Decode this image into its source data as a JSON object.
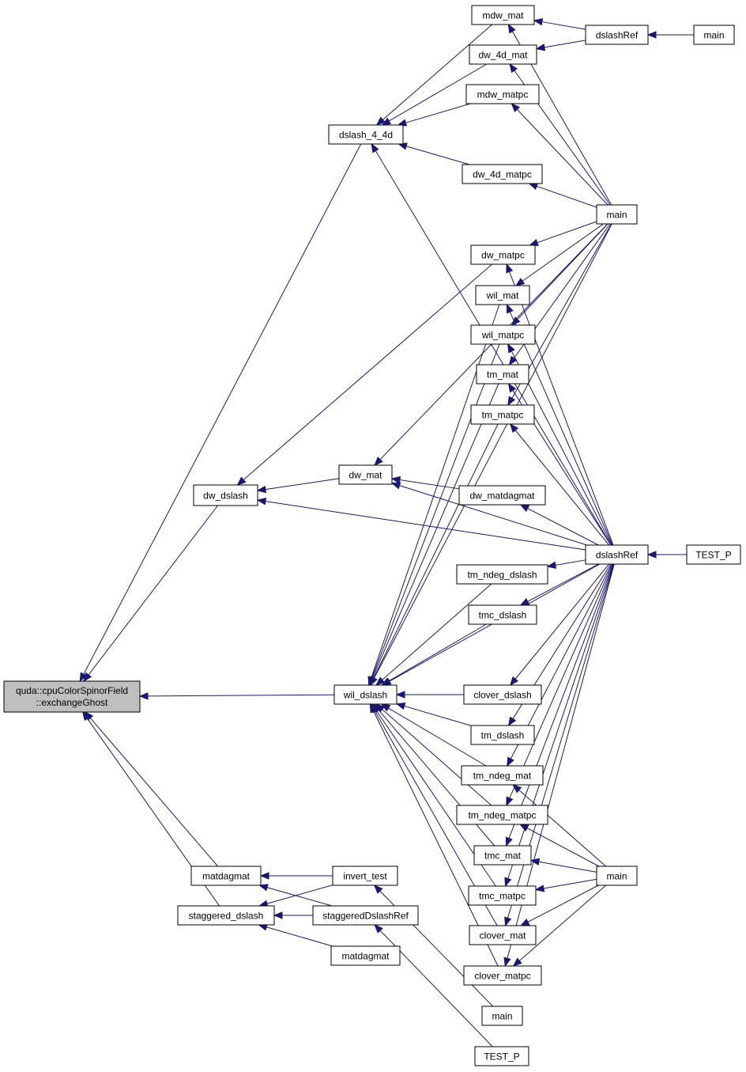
{
  "colors": {
    "edge": "#191970",
    "node_fill": "#ffffff",
    "focus_fill": "#bfbfbf",
    "border": "#000000"
  },
  "nodes": {
    "root": {
      "lines": [
        "quda::cpuColorSpinorField",
        "::exchangeGhost"
      ]
    },
    "mdw_mat": {
      "label": "mdw_mat"
    },
    "dslashRef_top": {
      "label": "dslashRef"
    },
    "main_top": {
      "label": "main"
    },
    "dw_4d_mat": {
      "label": "dw_4d_mat"
    },
    "mdw_matpc": {
      "label": "mdw_matpc"
    },
    "dslash_4_4d": {
      "label": "dslash_4_4d"
    },
    "dw_4d_matpc": {
      "label": "dw_4d_matpc"
    },
    "main_mid": {
      "label": "main"
    },
    "dw_matpc": {
      "label": "dw_matpc"
    },
    "wil_mat": {
      "label": "wil_mat"
    },
    "wil_matpc": {
      "label": "wil_matpc"
    },
    "tm_mat": {
      "label": "tm_mat"
    },
    "tm_matpc": {
      "label": "tm_matpc"
    },
    "dw_mat": {
      "label": "dw_mat"
    },
    "dw_dslash": {
      "label": "dw_dslash"
    },
    "dw_matdagmat": {
      "label": "dw_matdagmat"
    },
    "dslashRef_mid": {
      "label": "dslashRef"
    },
    "TEST_P_mid": {
      "label": "TEST_P"
    },
    "tm_ndeg_dslash": {
      "label": "tm_ndeg_dslash"
    },
    "tmc_dslash": {
      "label": "tmc_dslash"
    },
    "wil_dslash": {
      "label": "wil_dslash"
    },
    "clover_dslash": {
      "label": "clover_dslash"
    },
    "tm_dslash": {
      "label": "tm_dslash"
    },
    "tm_ndeg_mat": {
      "label": "tm_ndeg_mat"
    },
    "tm_ndeg_matpc": {
      "label": "tm_ndeg_matpc"
    },
    "tmc_mat": {
      "label": "tmc_mat"
    },
    "main_low": {
      "label": "main"
    },
    "matdagmat_left": {
      "label": "matdagmat"
    },
    "invert_test": {
      "label": "invert_test"
    },
    "tmc_matpc": {
      "label": "tmc_matpc"
    },
    "staggered_dslash": {
      "label": "staggered_dslash"
    },
    "stagDslashRef": {
      "label": "staggeredDslashRef"
    },
    "clover_mat": {
      "label": "clover_mat"
    },
    "matdagmat_bottom": {
      "label": "matdagmat"
    },
    "clover_matpc": {
      "label": "clover_matpc"
    },
    "main_bottom": {
      "label": "main"
    },
    "TEST_P_bottom": {
      "label": "TEST_P"
    }
  },
  "edges": [
    [
      "root",
      "dslash_4_4d"
    ],
    [
      "root",
      "dw_dslash"
    ],
    [
      "root",
      "wil_dslash"
    ],
    [
      "root",
      "matdagmat_left"
    ],
    [
      "root",
      "staggered_dslash"
    ],
    [
      "dslash_4_4d",
      "mdw_mat"
    ],
    [
      "dslash_4_4d",
      "dw_4d_mat"
    ],
    [
      "dslash_4_4d",
      "mdw_matpc"
    ],
    [
      "dslash_4_4d",
      "dw_4d_matpc"
    ],
    [
      "dslash_4_4d",
      "dslashRef_mid"
    ],
    [
      "mdw_mat",
      "dslashRef_top"
    ],
    [
      "mdw_mat",
      "main_mid"
    ],
    [
      "dw_4d_mat",
      "dslashRef_top"
    ],
    [
      "dw_4d_mat",
      "main_mid"
    ],
    [
      "mdw_matpc",
      "main_mid"
    ],
    [
      "dw_4d_matpc",
      "main_mid"
    ],
    [
      "dslashRef_top",
      "main_top"
    ],
    [
      "dw_dslash",
      "dw_matpc"
    ],
    [
      "dw_dslash",
      "dw_mat"
    ],
    [
      "dw_dslash",
      "dslashRef_mid"
    ],
    [
      "dw_mat",
      "main_mid"
    ],
    [
      "dw_mat",
      "dw_matdagmat"
    ],
    [
      "dw_mat",
      "dslashRef_mid"
    ],
    [
      "dw_matdagmat",
      "dslashRef_mid"
    ],
    [
      "dw_matpc",
      "main_mid"
    ],
    [
      "dw_matpc",
      "dslashRef_mid"
    ],
    [
      "wil_dslash",
      "wil_mat"
    ],
    [
      "wil_dslash",
      "wil_matpc"
    ],
    [
      "wil_dslash",
      "tm_mat"
    ],
    [
      "wil_dslash",
      "tm_matpc"
    ],
    [
      "wil_dslash",
      "tm_ndeg_dslash"
    ],
    [
      "wil_dslash",
      "tmc_dslash"
    ],
    [
      "wil_dslash",
      "clover_dslash"
    ],
    [
      "wil_dslash",
      "tm_dslash"
    ],
    [
      "wil_dslash",
      "tm_ndeg_mat"
    ],
    [
      "wil_dslash",
      "tm_ndeg_matpc"
    ],
    [
      "wil_dslash",
      "tmc_mat"
    ],
    [
      "wil_dslash",
      "tmc_matpc"
    ],
    [
      "wil_dslash",
      "clover_mat"
    ],
    [
      "wil_dslash",
      "clover_matpc"
    ],
    [
      "wil_dslash",
      "dslashRef_mid"
    ],
    [
      "wil_dslash",
      "main_mid"
    ],
    [
      "wil_mat",
      "main_mid"
    ],
    [
      "wil_mat",
      "dslashRef_mid"
    ],
    [
      "wil_matpc",
      "main_mid"
    ],
    [
      "wil_matpc",
      "dslashRef_mid"
    ],
    [
      "tm_mat",
      "main_mid"
    ],
    [
      "tm_mat",
      "dslashRef_mid"
    ],
    [
      "tm_matpc",
      "main_mid"
    ],
    [
      "tm_matpc",
      "dslashRef_mid"
    ],
    [
      "tm_ndeg_dslash",
      "dslashRef_mid"
    ],
    [
      "tmc_dslash",
      "dslashRef_mid"
    ],
    [
      "clover_dslash",
      "dslashRef_mid"
    ],
    [
      "tm_dslash",
      "dslashRef_mid"
    ],
    [
      "tm_ndeg_mat",
      "dslashRef_mid"
    ],
    [
      "tm_ndeg_mat",
      "main_low"
    ],
    [
      "tm_ndeg_matpc",
      "dslashRef_mid"
    ],
    [
      "tm_ndeg_matpc",
      "main_low"
    ],
    [
      "tmc_mat",
      "dslashRef_mid"
    ],
    [
      "tmc_mat",
      "main_low"
    ],
    [
      "tmc_matpc",
      "dslashRef_mid"
    ],
    [
      "tmc_matpc",
      "main_low"
    ],
    [
      "clover_mat",
      "dslashRef_mid"
    ],
    [
      "clover_mat",
      "main_low"
    ],
    [
      "clover_matpc",
      "dslashRef_mid"
    ],
    [
      "clover_matpc",
      "main_low"
    ],
    [
      "dslashRef_mid",
      "TEST_P_mid"
    ],
    [
      "matdagmat_left",
      "invert_test"
    ],
    [
      "matdagmat_left",
      "stagDslashRef"
    ],
    [
      "staggered_dslash",
      "invert_test"
    ],
    [
      "staggered_dslash",
      "stagDslashRef"
    ],
    [
      "staggered_dslash",
      "matdagmat_bottom"
    ],
    [
      "invert_test",
      "main_bottom"
    ],
    [
      "stagDslashRef",
      "TEST_P_bottom"
    ]
  ]
}
